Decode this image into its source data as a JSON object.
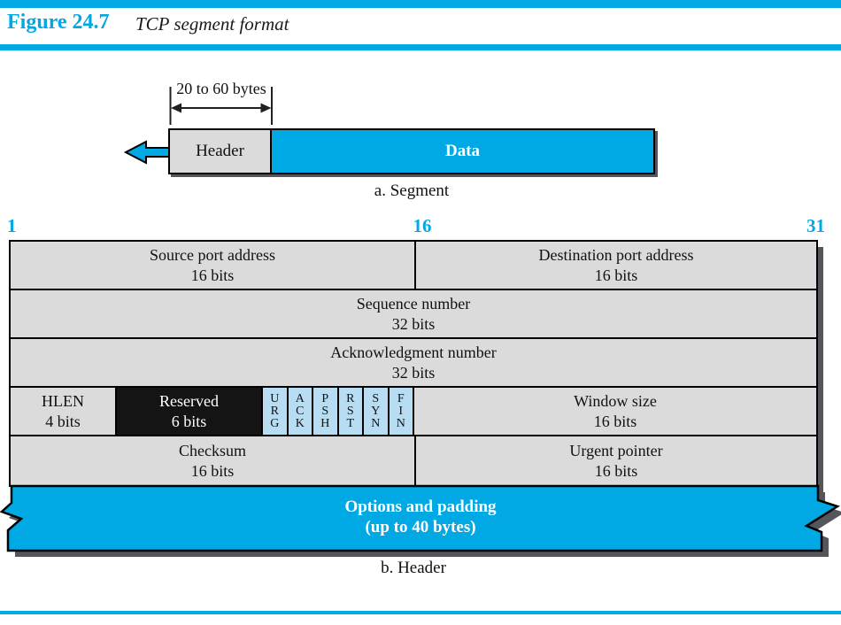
{
  "figure": {
    "label": "Figure 24.7",
    "title": "TCP segment format"
  },
  "segment": {
    "measure_label": "20 to 60 bytes",
    "header_label": "Header",
    "data_label": "Data",
    "caption": "a. Segment"
  },
  "bit_ruler": {
    "start": "1",
    "middle": "16",
    "end": "31"
  },
  "header_table": {
    "row1": [
      {
        "name": "Source port address",
        "size": "16 bits"
      },
      {
        "name": "Destination port address",
        "size": "16 bits"
      }
    ],
    "row2": {
      "name": "Sequence number",
      "size": "32 bits"
    },
    "row3": {
      "name": "Acknowledgment number",
      "size": "32 bits"
    },
    "row4": {
      "hlen": {
        "name": "HLEN",
        "size": "4 bits"
      },
      "reserved": {
        "name": "Reserved",
        "size": "6 bits"
      },
      "flags": [
        [
          "U",
          "R",
          "G"
        ],
        [
          "A",
          "C",
          "K"
        ],
        [
          "P",
          "S",
          "H"
        ],
        [
          "R",
          "S",
          "T"
        ],
        [
          "S",
          "Y",
          "N"
        ],
        [
          "F",
          "I",
          "N"
        ]
      ],
      "window": {
        "name": "Window size",
        "size": "16 bits"
      }
    },
    "row5": [
      {
        "name": "Checksum",
        "size": "16 bits"
      },
      {
        "name": "Urgent pointer",
        "size": "16 bits"
      }
    ]
  },
  "options_banner": {
    "line1": "Options and padding",
    "line2": "(up to 40 bytes)"
  },
  "header_caption": "b. Header",
  "colors": {
    "accent_cyan": "#00A8E4",
    "flag_blue": "#B8DCF2",
    "cell_gray": "#DBDBDB",
    "reserved_black": "#141414",
    "shadow_gray": "#54565B"
  }
}
